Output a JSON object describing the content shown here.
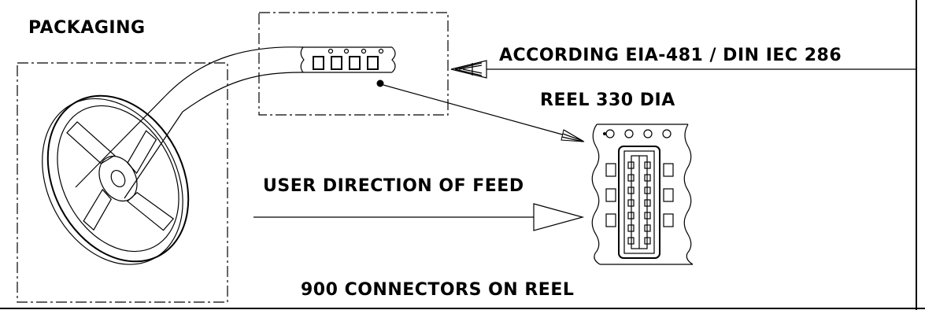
{
  "labels": {
    "packaging": "PACKAGING",
    "standard": "ACCORDING EIA-481 / DIN IEC 286",
    "reel": "REEL 330 DIA",
    "feed": "USER DIRECTION OF FEED",
    "count": "900 CONNECTORS ON REEL"
  }
}
